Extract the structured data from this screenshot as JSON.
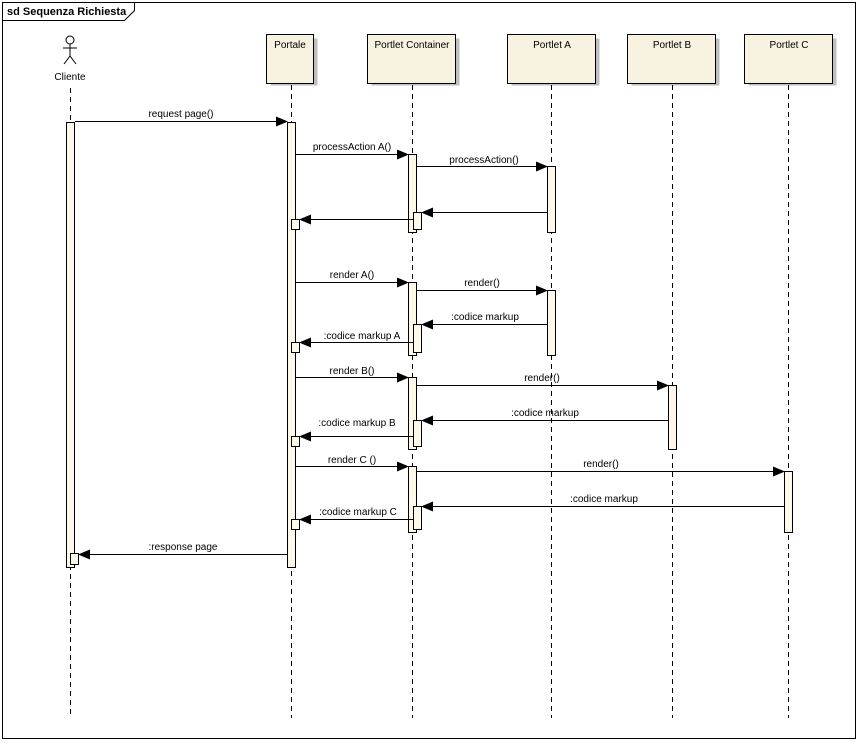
{
  "diagram": {
    "frame_title": "sd Sequenza Richiesta",
    "colors": {
      "header_fill": "#f8f2e0",
      "activation_fill": "#fdf8ea",
      "line": "#000000",
      "frame": "#000000"
    },
    "actor": {
      "name": "Cliente",
      "icon": "stick-figure-icon"
    },
    "participants": [
      {
        "name": "Portale"
      },
      {
        "name": "Portlet Container"
      },
      {
        "name": "Portlet A"
      },
      {
        "name": "Portlet B"
      },
      {
        "name": "Portlet C"
      }
    ],
    "messages": [
      {
        "label": "request page()"
      },
      {
        "label": "processAction A()"
      },
      {
        "label": "processAction()"
      },
      {
        "label": ""
      },
      {
        "label": ""
      },
      {
        "label": "render A()"
      },
      {
        "label": "render()"
      },
      {
        "label": ":codice markup"
      },
      {
        "label": ":codice markup A"
      },
      {
        "label": "render B()"
      },
      {
        "label": "render()"
      },
      {
        "label": ":codice markup"
      },
      {
        "label": ":codice markup B"
      },
      {
        "label": "render C ()"
      },
      {
        "label": "render()"
      },
      {
        "label": ":codice markup"
      },
      {
        "label": ":codice markup C"
      },
      {
        "label": ":response page"
      }
    ]
  }
}
